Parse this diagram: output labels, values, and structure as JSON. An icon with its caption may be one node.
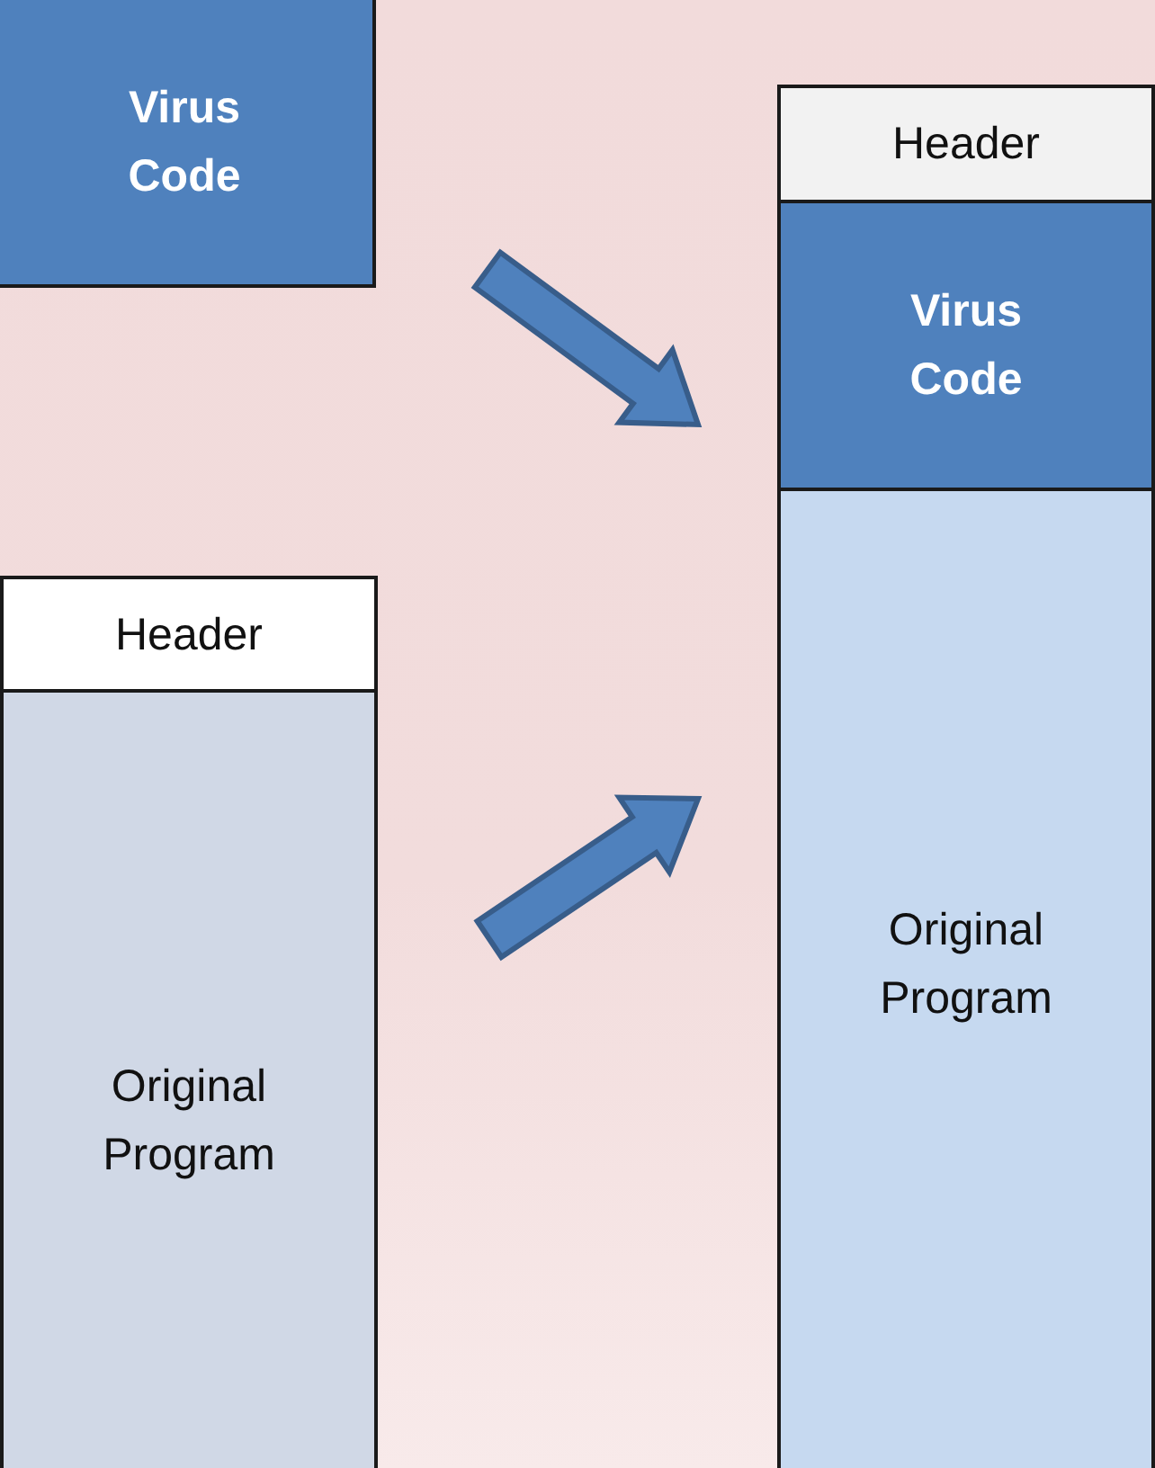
{
  "diagram": {
    "nodes": [
      {
        "text": [
          "Virus Code"
        ]
      },
      {
        "text": [
          "Header"
        ]
      },
      {
        "text": [
          "Original Program"
        ]
      },
      {
        "text": [
          "Header"
        ]
      },
      {
        "text": [
          "Virus Code"
        ]
      },
      {
        "text": [
          "Original Program"
        ]
      }
    ],
    "edges": [
      {
        "from": 0,
        "to": 4,
        "arrow": "to",
        "style": "thick"
      },
      {
        "from": 2,
        "to": 5,
        "arrow": "to",
        "style": "thick"
      }
    ]
  }
}
